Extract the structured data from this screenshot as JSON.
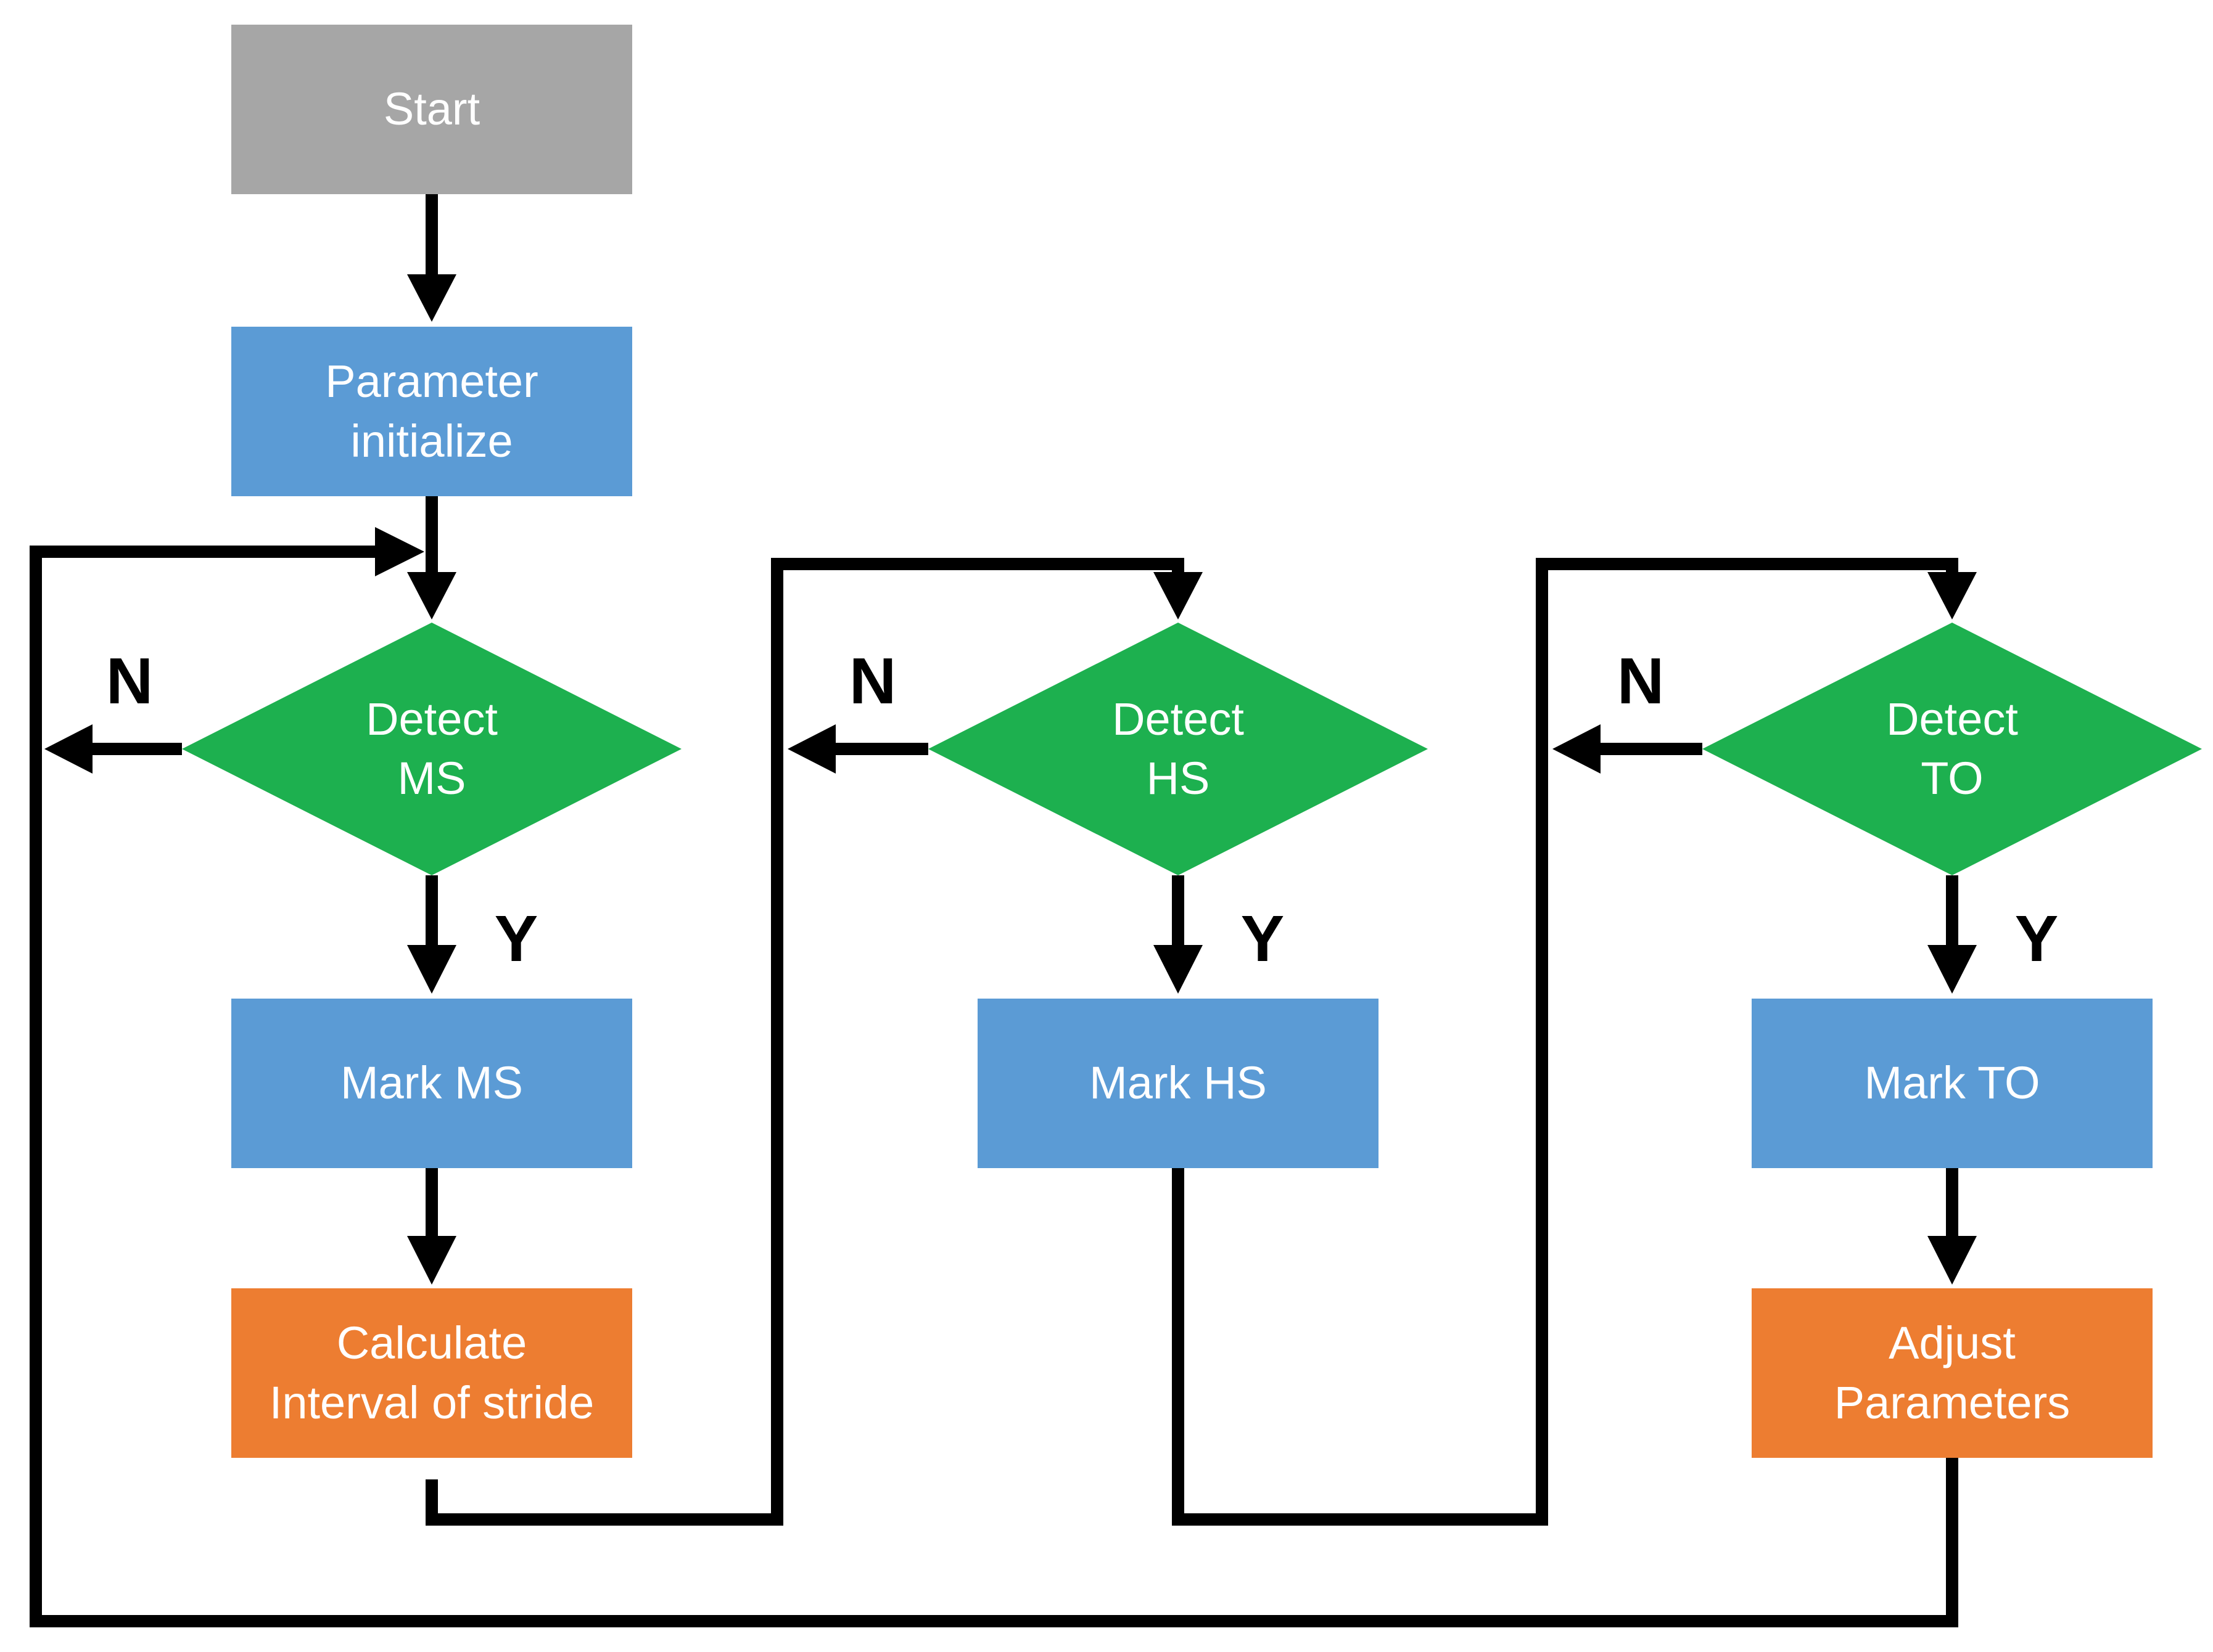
{
  "figure": {
    "type": "flowchart",
    "background": "#ffffff"
  },
  "colors": {
    "start_fill": "#a6a6a6",
    "process_fill": "#5b9bd5",
    "decision_fill": "#1db04f",
    "action_fill": "#ed7d31",
    "connector": "#000000",
    "node_text": "#ffffff",
    "branch_text": "#000000"
  },
  "nodes": {
    "start": {
      "label": "Start"
    },
    "parameter_initialize": {
      "line1": "Parameter",
      "line2": "initialize"
    },
    "detect_ms": {
      "line1": "Detect",
      "line2": "MS",
      "yes_label": "Y",
      "no_label": "N"
    },
    "mark_ms": {
      "label": "Mark MS"
    },
    "calculate_interval": {
      "line1": "Calculate",
      "line2": "Interval of stride"
    },
    "detect_hs": {
      "line1": "Detect",
      "line2": "HS",
      "yes_label": "Y",
      "no_label": "N"
    },
    "mark_hs": {
      "label": "Mark HS"
    },
    "detect_to": {
      "line1": "Detect",
      "line2": "TO",
      "yes_label": "Y",
      "no_label": "N"
    },
    "mark_to": {
      "label": "Mark TO"
    },
    "adjust_parameters": {
      "line1": "Adjust",
      "line2": "Parameters"
    }
  },
  "edges": [
    {
      "from": "start",
      "to": "parameter_initialize",
      "label": ""
    },
    {
      "from": "parameter_initialize",
      "to": "detect_ms",
      "label": ""
    },
    {
      "from": "detect_ms",
      "to": "mark_ms",
      "label": "Y"
    },
    {
      "from": "detect_ms",
      "to": "detect_ms",
      "label": "N"
    },
    {
      "from": "mark_ms",
      "to": "calculate_interval",
      "label": ""
    },
    {
      "from": "calculate_interval",
      "to": "detect_hs",
      "label": ""
    },
    {
      "from": "detect_hs",
      "to": "mark_hs",
      "label": "Y"
    },
    {
      "from": "detect_hs",
      "to": "detect_hs",
      "label": "N"
    },
    {
      "from": "mark_hs",
      "to": "detect_to",
      "label": ""
    },
    {
      "from": "detect_to",
      "to": "mark_to",
      "label": "Y"
    },
    {
      "from": "detect_to",
      "to": "detect_to",
      "label": "N"
    },
    {
      "from": "mark_to",
      "to": "adjust_parameters",
      "label": ""
    },
    {
      "from": "adjust_parameters",
      "to": "detect_ms",
      "label": ""
    }
  ]
}
